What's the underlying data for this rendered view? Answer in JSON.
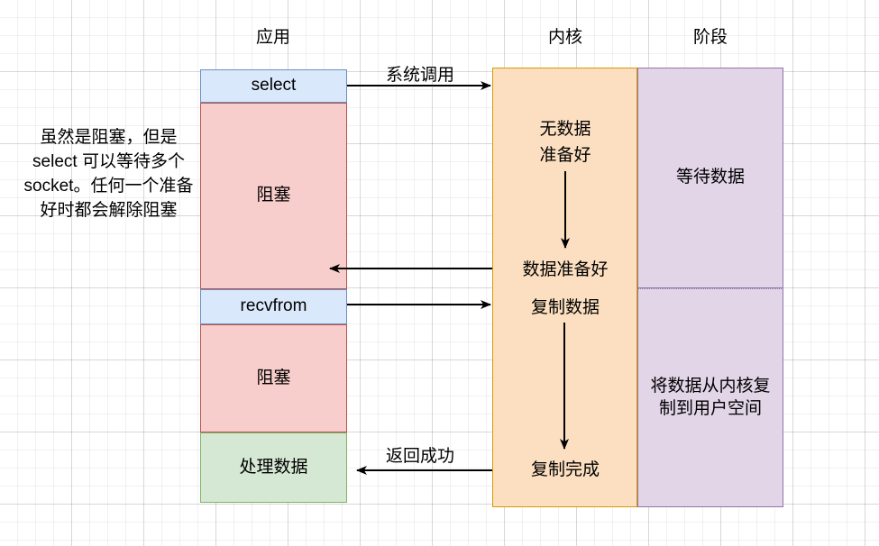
{
  "diagram": {
    "title_columns": [
      {
        "name": "application",
        "label": "应用"
      },
      {
        "name": "kernel",
        "label": "内核"
      },
      {
        "name": "stage",
        "label": "阶段"
      }
    ],
    "note": "虽然是阻塞，但是 select 可以等待多个 socket。任何一个准备好时都会解除阻塞",
    "app_boxes": [
      {
        "name": "select",
        "label": "select",
        "color": "#dae8fc"
      },
      {
        "name": "blocking-1",
        "label": "阻塞",
        "color": "#f8cecc"
      },
      {
        "name": "recvfrom",
        "label": "recvfrom",
        "color": "#dae8fc"
      },
      {
        "name": "blocking-2",
        "label": "阻塞",
        "color": "#f8cecc"
      },
      {
        "name": "process-data",
        "label": "处理数据",
        "color": "#d5e8d4"
      }
    ],
    "kernel_states": [
      {
        "name": "no-data-ready",
        "label": "无数据\n准备好"
      },
      {
        "name": "data-ready",
        "label": "数据准备好"
      },
      {
        "name": "copy-data",
        "label": "复制数据"
      },
      {
        "name": "copy-done",
        "label": "复制完成"
      }
    ],
    "kernel_states_text": {
      "no_data_ready_line1": "无数据",
      "no_data_ready_line2": "准备好",
      "data_ready": "数据准备好",
      "copy_data": "复制数据",
      "copy_done": "复制完成"
    },
    "stage_boxes": [
      {
        "name": "waiting-for-data",
        "label": "等待数据"
      },
      {
        "name": "copy-kernel-to-user",
        "label": "将数据从内核复制到用户空间"
      }
    ],
    "arrow_labels": [
      {
        "name": "system-call",
        "label": "系统调用"
      },
      {
        "name": "return-success",
        "label": "返回成功"
      }
    ],
    "colors": {
      "blue_fill": "#dae8fc",
      "blue_stroke": "#6c8ebf",
      "red_fill": "#f8cecc",
      "red_stroke": "#b85450",
      "green_fill": "#d5e8d4",
      "green_stroke": "#82b366",
      "orange_fill": "#fcdfc0",
      "orange_stroke": "#d79b00",
      "purple_fill": "#e1d5e7",
      "purple_stroke": "#9673a6",
      "arrow": "#000000"
    }
  }
}
